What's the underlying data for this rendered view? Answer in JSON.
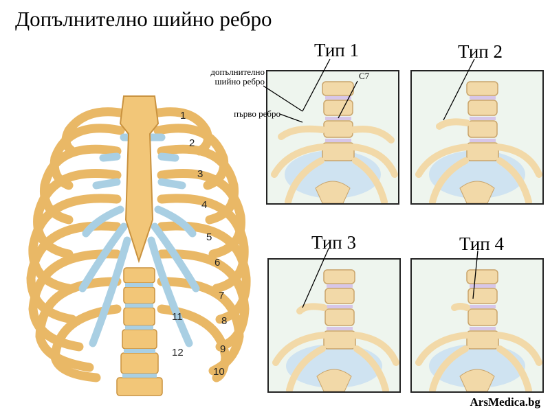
{
  "title": "Допълнително шийно ребро",
  "watermark": "ArsMedica.bg",
  "panels": [
    {
      "label": "Тип 1"
    },
    {
      "label": "Тип 2"
    },
    {
      "label": "Тип 3"
    },
    {
      "label": "Тип 4"
    }
  ],
  "annotations": {
    "extra_rib": "допълнително шийно ребро",
    "extra_rib_line1": "допълнително",
    "extra_rib_line2": "шийно ребро",
    "first_rib": "първо ребро",
    "c7": "C7"
  },
  "rib_numbers": [
    "1",
    "2",
    "3",
    "4",
    "5",
    "6",
    "7",
    "8",
    "9",
    "10",
    "11",
    "12"
  ],
  "colors": {
    "bone": "#f2c678",
    "bone_dark": "#c9923f",
    "cartilage": "#a9cfe3",
    "panel_bg": "#eef5ee"
  }
}
